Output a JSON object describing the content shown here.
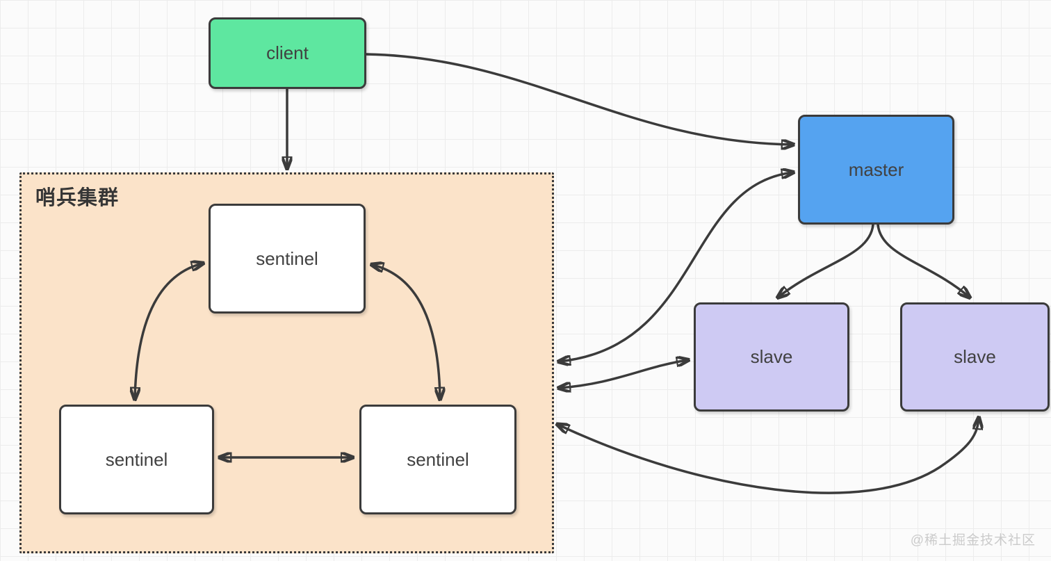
{
  "diagram": {
    "nodes": {
      "client": {
        "label": "client",
        "fill": "#5EE7A0"
      },
      "master": {
        "label": "master",
        "fill": "#55A3F0"
      },
      "slave_left": {
        "label": "slave",
        "fill": "#CECAF3"
      },
      "slave_right": {
        "label": "slave",
        "fill": "#CECAF3"
      },
      "sentinel_top": {
        "label": "sentinel",
        "fill": "#FFFFFF"
      },
      "sentinel_left": {
        "label": "sentinel",
        "fill": "#FFFFFF"
      },
      "sentinel_right": {
        "label": "sentinel",
        "fill": "#FFFFFF"
      }
    },
    "cluster": {
      "label": "哨兵集群",
      "fill": "#FBE3C9"
    },
    "edges": [
      {
        "from": "client",
        "to": "master",
        "arrows": "end"
      },
      {
        "from": "client",
        "to": "sentinel_cluster",
        "arrows": "end"
      },
      {
        "from": "sentinel_cluster",
        "to": "master",
        "arrows": "both"
      },
      {
        "from": "sentinel_cluster",
        "to": "slave_left",
        "arrows": "both"
      },
      {
        "from": "sentinel_cluster",
        "to": "slave_right",
        "arrows": "both"
      },
      {
        "from": "master",
        "to": "slave_left",
        "arrows": "end"
      },
      {
        "from": "master",
        "to": "slave_right",
        "arrows": "end"
      },
      {
        "from": "sentinel_top",
        "to": "sentinel_left",
        "arrows": "both"
      },
      {
        "from": "sentinel_top",
        "to": "sentinel_right",
        "arrows": "both"
      },
      {
        "from": "sentinel_left",
        "to": "sentinel_right",
        "arrows": "both"
      }
    ],
    "colors": {
      "stroke": "#3B3B3B",
      "grid": "#ECECEC",
      "background": "#FBFBFB",
      "watermark_text": "#CBCBCB"
    },
    "watermark": "@稀土掘金技术社区"
  }
}
